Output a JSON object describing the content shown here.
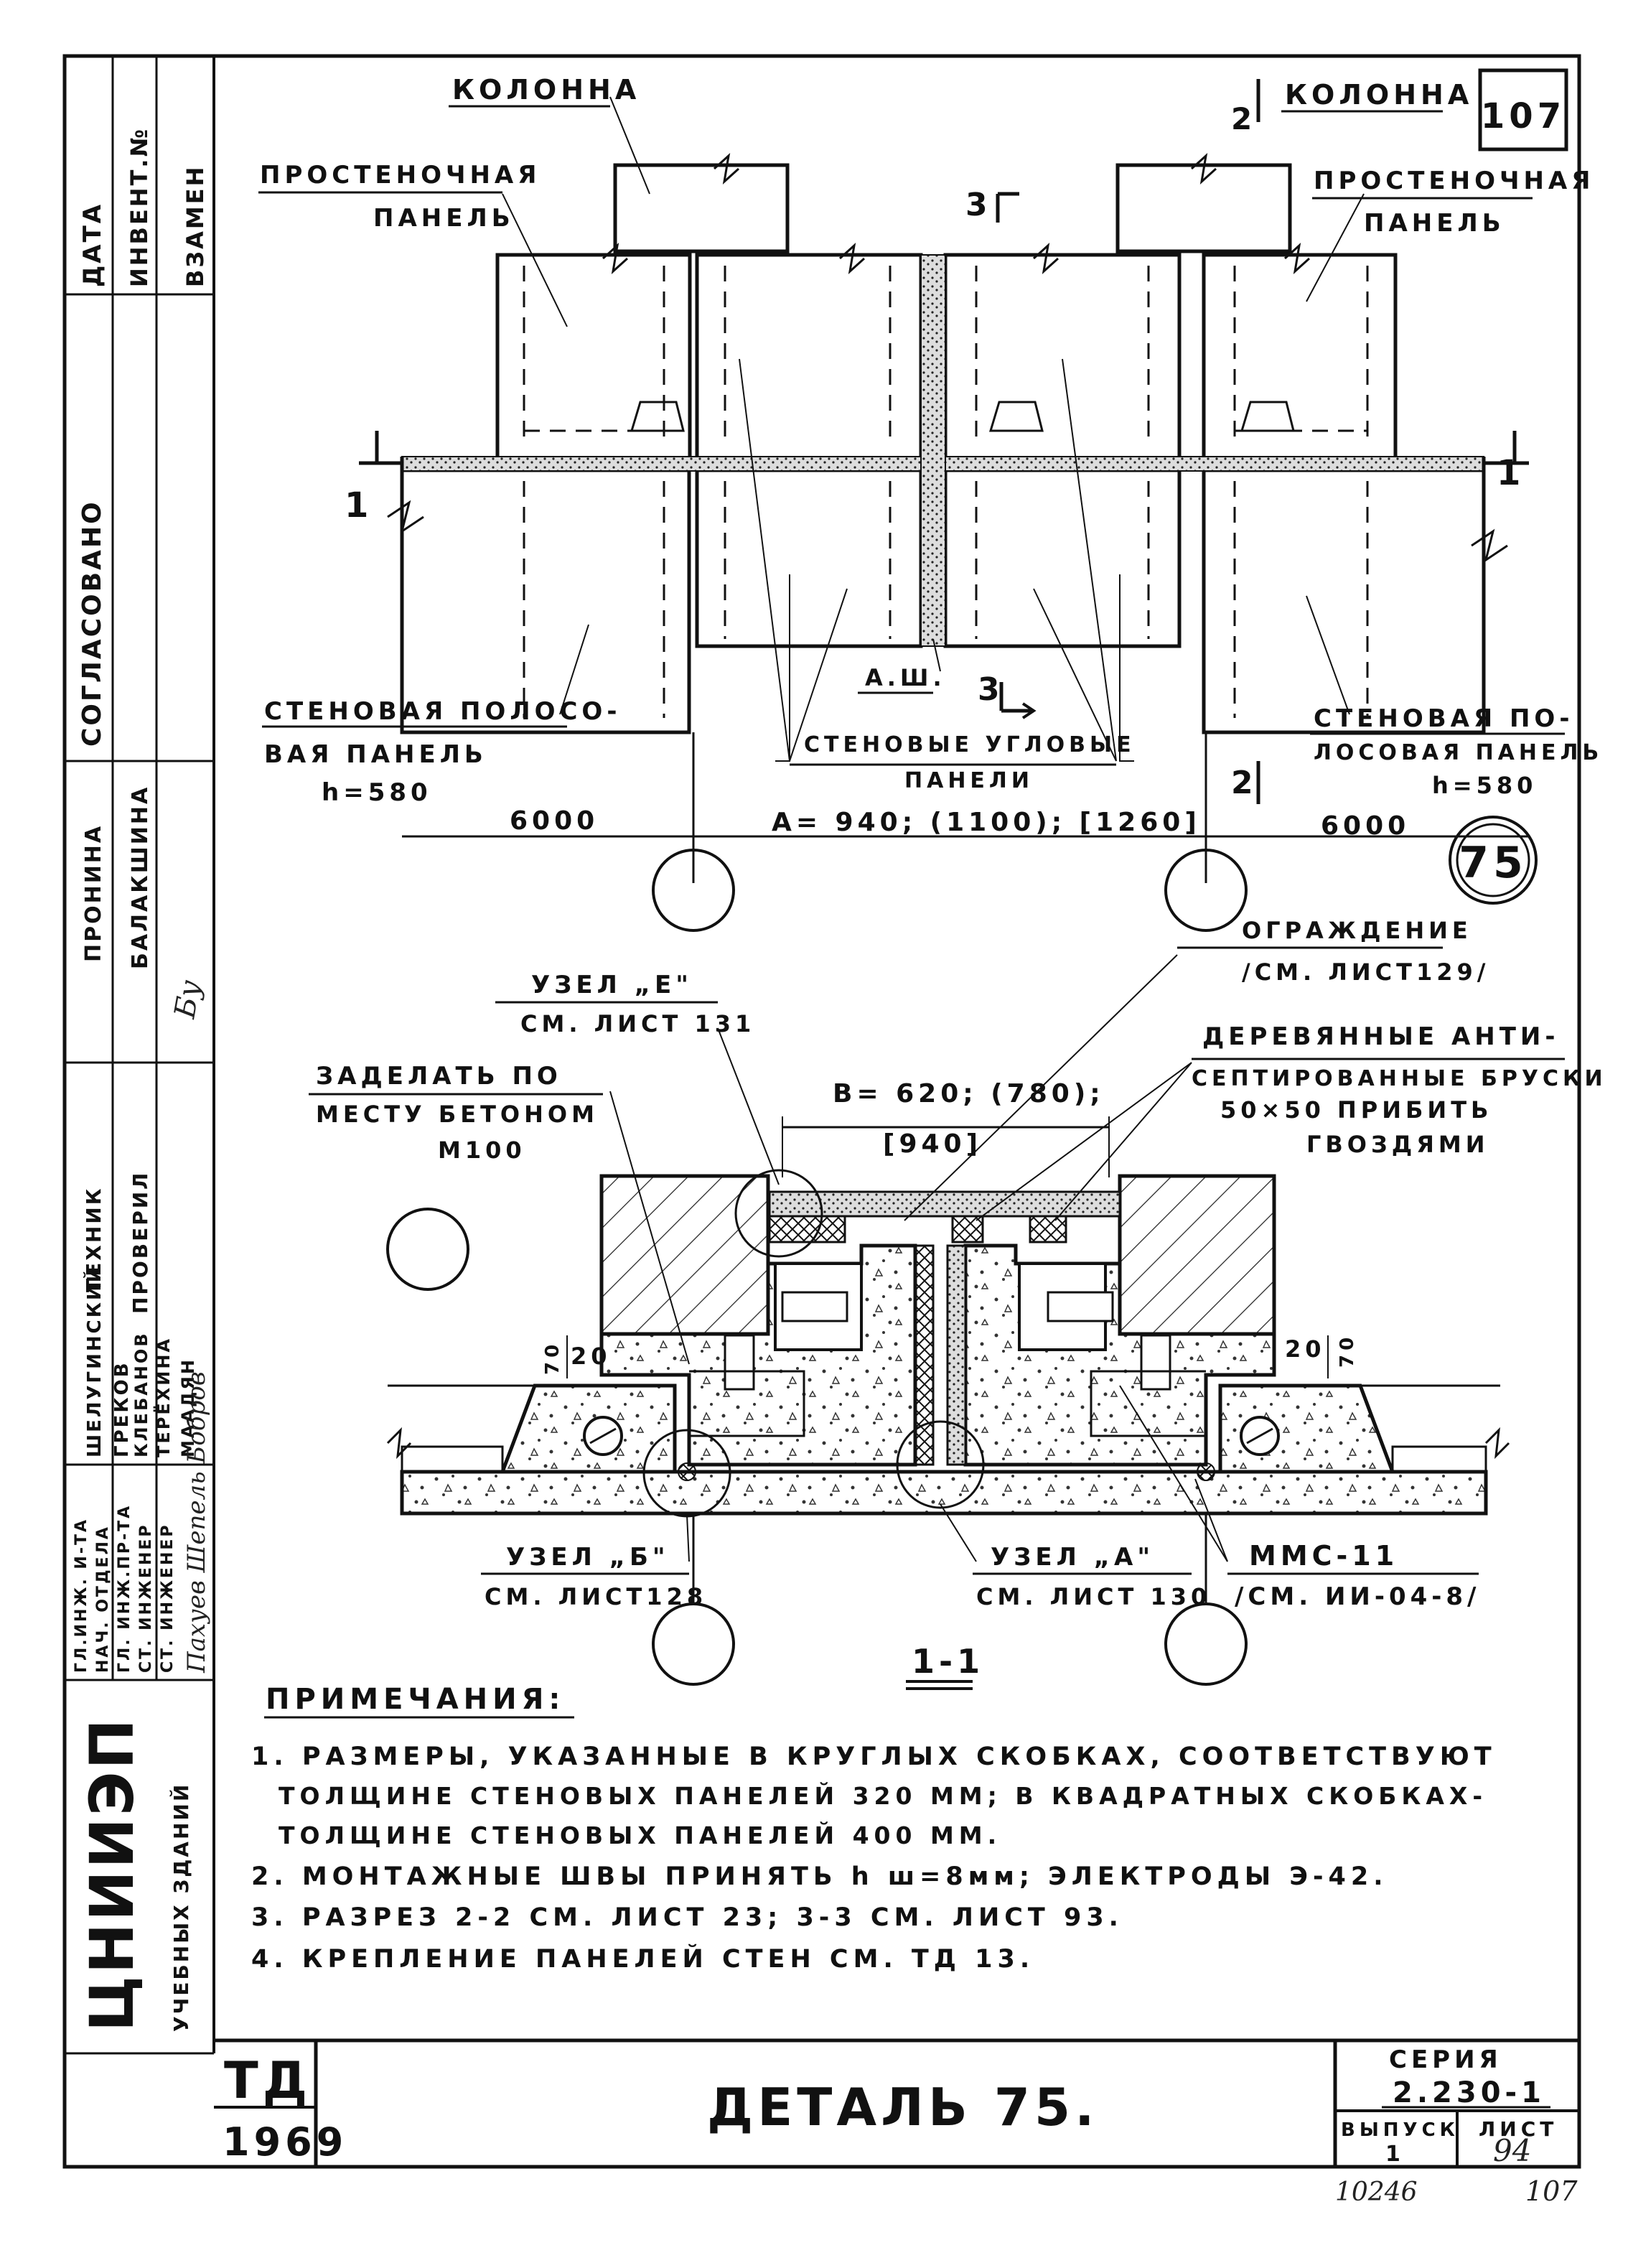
{
  "sheet": {
    "sheet_number": "107",
    "detail_badge": "75",
    "bottom_number_left": "10246",
    "bottom_number_right": "107"
  },
  "plan": {
    "kolonna_left": "КОЛОННА",
    "kolonna_right": "КОЛОННА",
    "prost_panel_left_1": "ПРОСТЕНОЧНАЯ",
    "prost_panel_left_2": "ПАНЕЛЬ",
    "prost_panel_right_1": "ПРОСТЕНОЧНАЯ",
    "prost_panel_right_2": "ПАНЕЛЬ",
    "cut1_left": "1",
    "cut1_right": "1",
    "cut2_top": "2",
    "cut2_bottom": "2",
    "cut3_top": "3",
    "cut3_bottom": "3",
    "ash": "А.Ш.",
    "wall_strip_left_1": "СТЕНОВАЯ ПОЛОСО-",
    "wall_strip_left_2": "ВАЯ    ПАНЕЛЬ",
    "wall_strip_left_h": "h=580",
    "wall_corner_1": "СТЕНОВЫЕ УГЛОВЫЕ",
    "wall_corner_2": "ПАНЕЛИ",
    "wall_strip_right_1": "СТЕНОВАЯ  ПО-",
    "wall_strip_right_2": "ЛОСОВАЯ  ПАНЕЛЬ",
    "wall_strip_right_h": "h=580",
    "dim_left": "6000",
    "dim_center": "A= 940; (1100);  [1260]",
    "dim_right": "6000"
  },
  "section": {
    "uzel_e_1": "УЗЕЛ „Е\"",
    "uzel_e_2": "СМ. ЛИСТ 131",
    "zadelat_1": "ЗАДЕЛАТЬ  ПО",
    "zadelat_2": "МЕСТУ   БЕТОНОМ",
    "zadelat_3": "М100",
    "ograzhdenie_1": "ОГРАЖДЕНИЕ",
    "ograzhdenie_2": "/СМ. ЛИСТ129/",
    "bruski_1": "ДЕРЕВЯННЫЕ  АНТИ-",
    "bruski_2": "СЕПТИРОВАННЫЕ БРУСКИ",
    "bruski_3": "50×50  ПРИБИТЬ",
    "bruski_4": "ГВОЗДЯМИ",
    "dim_b_1": "B= 620;  (780);",
    "dim_b_2": "[940]",
    "dim_20_left": "20",
    "dim_70_left": "70",
    "dim_20_right": "20",
    "dim_70_right": "70",
    "uzel_b_1": "УЗЕЛ „Б\"",
    "uzel_b_2": "СМ. ЛИСТ128",
    "uzel_a_1": "УЗЕЛ „А\"",
    "uzel_a_2": "СМ. ЛИСТ 130",
    "mms_1": "ММС-11",
    "mms_2": "/СМ. ИИ-04-8/",
    "section_title": "1-1"
  },
  "notes": {
    "heading": "ПРИМЕЧАНИЯ:",
    "n1_a": "1.  РАЗМЕРЫ, УКАЗАННЫЕ  В  КРУГЛЫХ   СКОБКАХ,  СООТВЕТСТВУЮТ",
    "n1_b": "ТОЛЩИНЕ   СТЕНОВЫХ    ПАНЕЛЕЙ   320 ММ;  В  КВАДРАТНЫХ    СКОБКАХ-",
    "n1_c": "ТОЛЩИНЕ    СТЕНОВЫХ    ПАНЕЛЕЙ   400 ММ.",
    "n2": "2.  МОНТАЖНЫЕ   ШВЫ   ПРИНЯТЬ   h ш=8мм;   ЭЛЕКТРОДЫ    Э-42.",
    "n3": "3.  РАЗРЕЗ  2-2   СМ.   ЛИСТ    23;   3-3   СМ.    ЛИСТ 93.",
    "n4": "4.  КРЕПЛЕНИЕ    ПАНЕЛЕЙ    СТЕН    СМ.   ТД 13."
  },
  "title_block": {
    "td": "ТД",
    "year": "1969",
    "title": "ДЕТАЛЬ  75.",
    "seriya_label": "СЕРИЯ",
    "seriya_value": "2.230-1",
    "vypusk_label": "ВЫПУСК",
    "vypusk_value": "1",
    "list_label": "ЛИСТ",
    "list_value": "94"
  },
  "sidebar": {
    "data": "ДАТА",
    "invent": "ИНВЕНТ.№",
    "vzamen": "ВЗАМЕН",
    "soglasovano": "СОГЛАСОВАНО",
    "pronina": "ПРОНИНА",
    "balakshina": "БАЛАКШИНА",
    "tehnik": "ТЕХНИК",
    "proveril": "ПРОВЕРИЛ",
    "shelugin": "ШЕЛУГИНСКИЙ",
    "grekov": "ГРЕКОВ",
    "klebanov": "КЛЕБАНОВ",
    "terekhina": "ТЕРЁХИНА",
    "maadyan": "МААДЯН",
    "r1": "ГЛ.ИНЖ. И-ТА",
    "r2": "НАЧ. ОТДЕЛА",
    "r3": "ГЛ. ИНЖ.ПР-ТА",
    "r4": "СТ. ИНЖЕНЕР",
    "r5": "СТ. ИНЖЕНЕР",
    "org_1": "ЦНИИЭП",
    "org_2": "УЧЕБНЫХ ЗДАНИЙ"
  }
}
